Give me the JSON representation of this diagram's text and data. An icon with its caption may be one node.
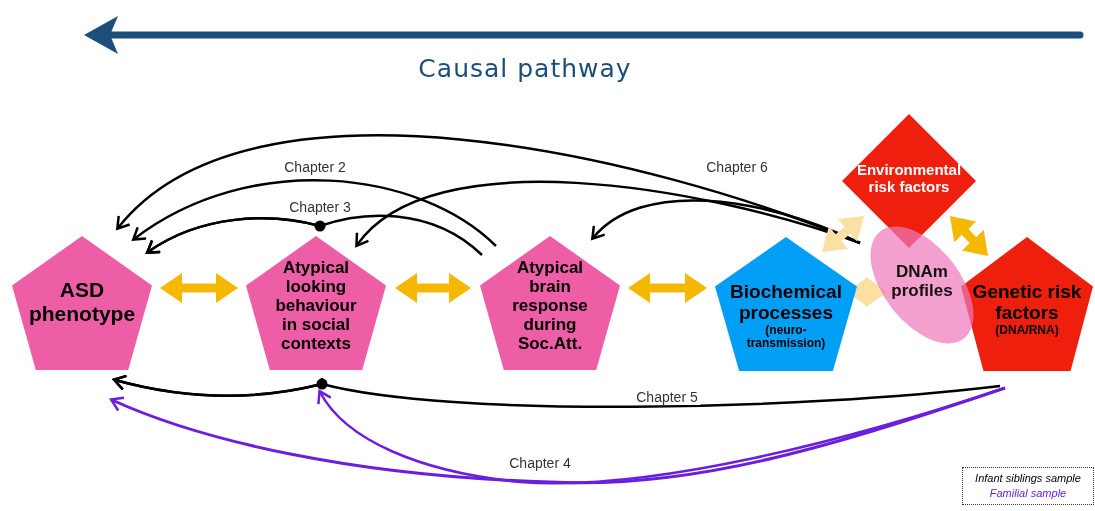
{
  "diagram": {
    "nodes": [
      {
        "text": [
          "ASD phenotype"
        ]
      },
      {
        "text": [
          "Atypical looking behaviour in social contexts"
        ]
      },
      {
        "text": [
          "Atypical brain response during Soc.Att."
        ]
      },
      {
        "text": [
          "Biochemical processes",
          "(neuro-transmission)"
        ]
      },
      {
        "text": [
          "Environmental risk factors"
        ]
      },
      {
        "text": [
          "DNAm profiles"
        ]
      },
      {
        "text": [
          "Genetic risk factors",
          "(DNA/RNA)"
        ]
      }
    ],
    "edges": [
      {
        "from": 2,
        "to": 0,
        "arrow": "to",
        "label": "Chapter 3"
      },
      {
        "from": 1,
        "to": 0,
        "arrow": "to"
      },
      {
        "from": 2,
        "to": 0,
        "arrow": "to",
        "label": "Chapter 2"
      },
      {
        "from": 5,
        "to": 0,
        "arrow": "to"
      },
      {
        "from": 5,
        "to": 1,
        "arrow": "to"
      },
      {
        "from": 5,
        "to": 2,
        "arrow": "to",
        "label": "Chapter 6"
      },
      {
        "from": 6,
        "to": 0,
        "arrow": "to",
        "label": "Chapter 5"
      },
      {
        "from": 1,
        "to": 0,
        "arrow": "to"
      },
      {
        "from": 6,
        "to": 0,
        "arrow": "to",
        "color": "#6a1fe0",
        "label": "Chapter 4"
      },
      {
        "from": 6,
        "to": 1,
        "arrow": "to",
        "color": "#6a1fe0"
      },
      {
        "from": 0,
        "to": 1,
        "arrow": "both",
        "style": "thick",
        "color": "#f5b800"
      },
      {
        "from": 1,
        "to": 2,
        "arrow": "both",
        "style": "thick",
        "color": "#f5b800"
      },
      {
        "from": 2,
        "to": 3,
        "arrow": "both",
        "style": "thick",
        "color": "#f5b800"
      },
      {
        "from": 3,
        "to": 4,
        "arrow": "both",
        "style": "thick",
        "color": "#fce0a3"
      },
      {
        "from": 4,
        "to": 6,
        "arrow": "both",
        "style": "thick",
        "color": "#f5b800"
      },
      {
        "from": 3,
        "to": 5,
        "arrow": "both",
        "style": "thick",
        "color": "#fce0a3"
      }
    ],
    "labels": [
      "Causal pathway"
    ],
    "legend": [
      {
        "text": "Infant siblings sample"
      },
      {
        "text": "Familial sample",
        "color": "#6a1fe0"
      }
    ]
  }
}
